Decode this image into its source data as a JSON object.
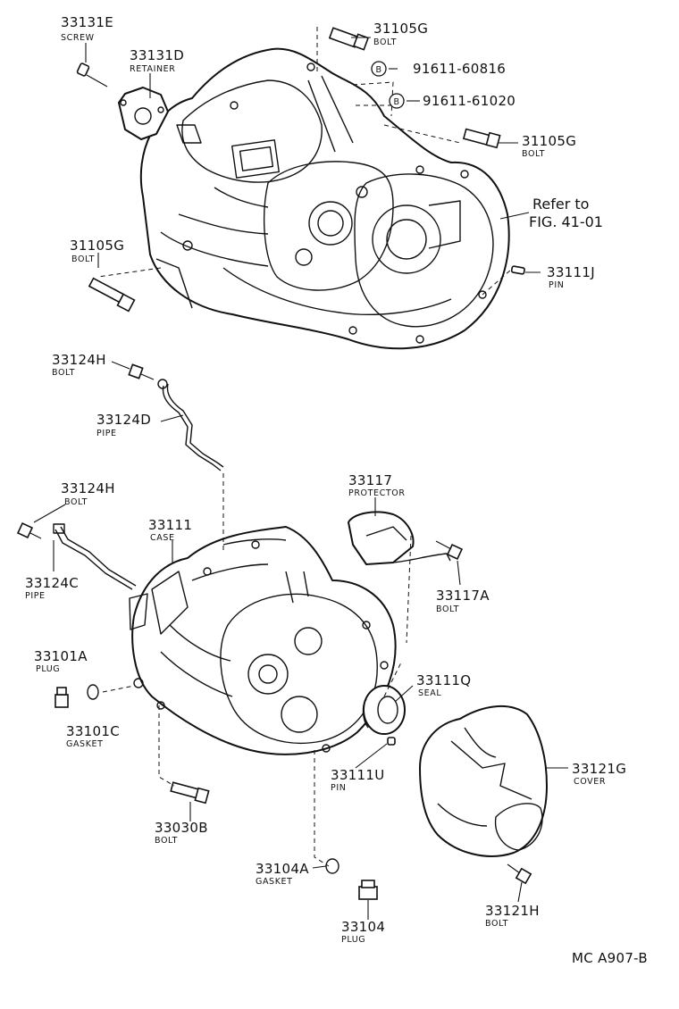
{
  "callouts": {
    "c_33131E": {
      "part": "33131E",
      "desc": "SCREW"
    },
    "c_33131D": {
      "part": "33131D",
      "desc": "RETAINER"
    },
    "c_31105G_top": {
      "part": "31105G",
      "desc": "BOLT"
    },
    "c_91611_60816": {
      "part": "91611-60816",
      "desc": ""
    },
    "c_91611_61020": {
      "part": "91611-61020",
      "desc": ""
    },
    "c_31105G_right": {
      "part": "31105G",
      "desc": "BOLT"
    },
    "c_31105G_left": {
      "part": "31105G",
      "desc": "BOLT"
    },
    "c_33111J": {
      "part": "33111J",
      "desc": "PIN"
    },
    "c_33124H_top": {
      "part": "33124H",
      "desc": "BOLT"
    },
    "c_33124D": {
      "part": "33124D",
      "desc": "PIPE"
    },
    "c_33124H_mid": {
      "part": "33124H",
      "desc": "BOLT"
    },
    "c_33124C": {
      "part": "33124C",
      "desc": "PIPE"
    },
    "c_33111": {
      "part": "33111",
      "desc": "CASE"
    },
    "c_33117": {
      "part": "33117",
      "desc": "PROTECTOR"
    },
    "c_33117A": {
      "part": "33117A",
      "desc": "BOLT"
    },
    "c_33101A": {
      "part": "33101A",
      "desc": "PLUG"
    },
    "c_33101C": {
      "part": "33101C",
      "desc": "GASKET"
    },
    "c_33111Q": {
      "part": "33111Q",
      "desc": "SEAL"
    },
    "c_33111U": {
      "part": "33111U",
      "desc": "PIN"
    },
    "c_33121G": {
      "part": "33121G",
      "desc": "COVER"
    },
    "c_33030B": {
      "part": "33030B",
      "desc": "BOLT"
    },
    "c_33104A": {
      "part": "33104A",
      "desc": "GASKET"
    },
    "c_33104": {
      "part": "33104",
      "desc": "PLUG"
    },
    "c_33121H": {
      "part": "33121H",
      "desc": "BOLT"
    }
  },
  "reference": {
    "line1": "Refer to",
    "line2": "FIG. 41-01"
  },
  "circled_marker": "B",
  "drawing_code": "MC  A907-B"
}
